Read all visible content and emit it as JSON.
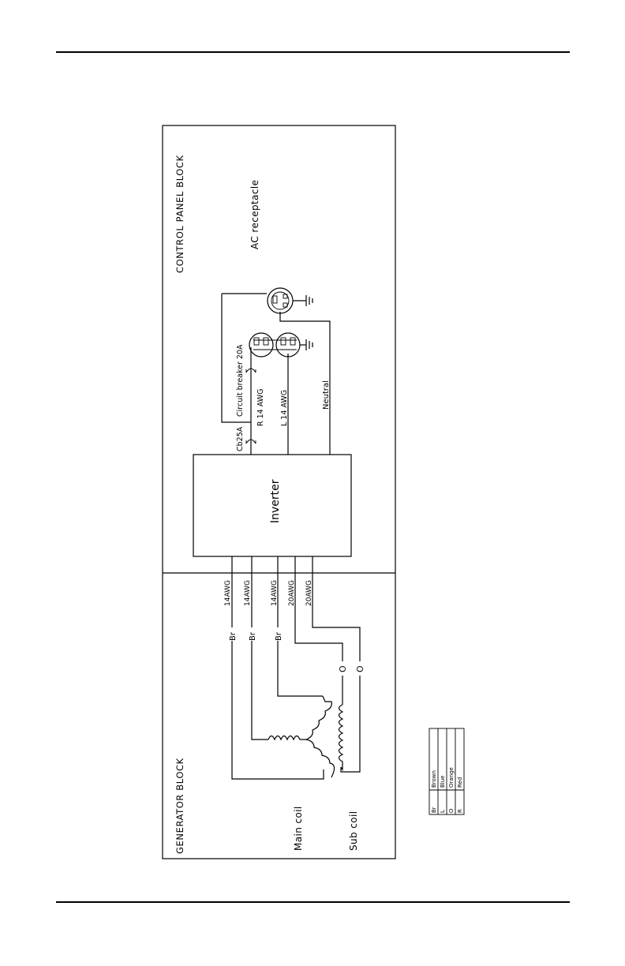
{
  "blocks": {
    "control_panel": "CONTROL PANEL BLOCK",
    "generator": "GENERATOR BLOCK"
  },
  "components": {
    "inverter": "Inverter",
    "ac_receptacle": "AC receptacle",
    "circuit_breaker": "Circuit breaker 20A",
    "cb25a": "Cb25A",
    "main_coil": "Main coil",
    "sub_coil": "Sub coil"
  },
  "wires": {
    "r14": "R 14 AWG",
    "l14": "L 14 AWG",
    "neutral": "Neutral",
    "awg_1": "14AWG",
    "awg_2": "14AWG",
    "awg_3": "14AWG",
    "awg_4": "20AWG",
    "awg_5": "20AWG"
  },
  "wire_colors": {
    "br_1": "Br",
    "br_2": "Br",
    "br_3": "Br",
    "o_1": "O",
    "o_2": "O"
  },
  "legend": [
    {
      "code": "Br",
      "name": "Brown"
    },
    {
      "code": "L",
      "name": "Blue"
    },
    {
      "code": "O",
      "name": "Orange"
    },
    {
      "code": "R",
      "name": "Red"
    }
  ]
}
